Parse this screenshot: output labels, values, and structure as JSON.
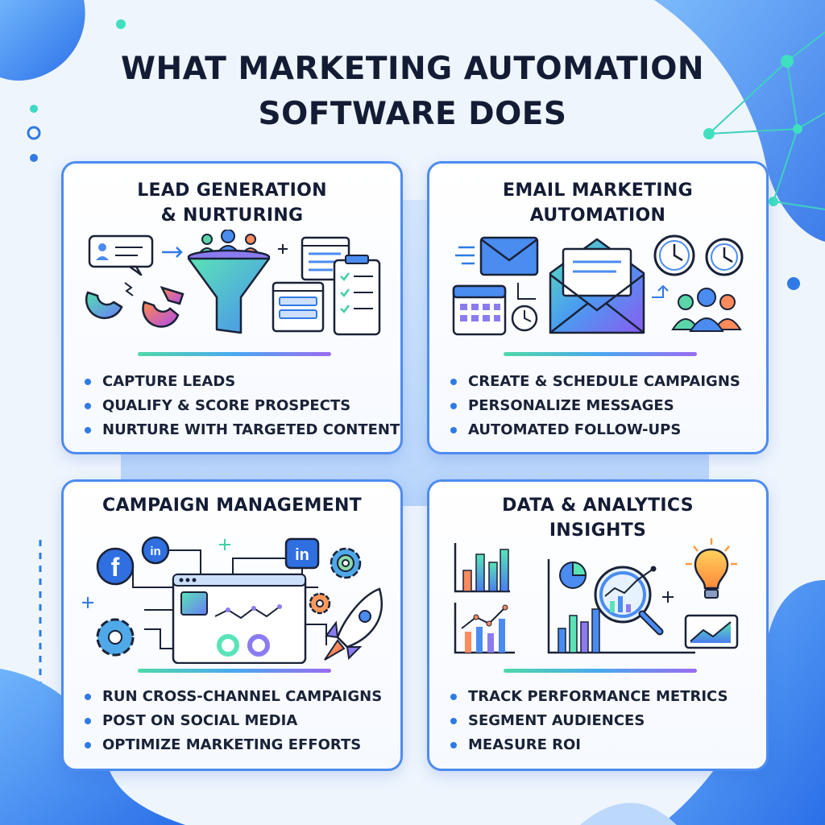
{
  "title_line1": "WHAT MARKETING AUTOMATION",
  "title_line2": "SOFTWARE DOES",
  "cards": [
    {
      "title_lines": [
        "LEAD GENERATION",
        "& NURTURING"
      ],
      "bullets": [
        "CAPTURE LEADS",
        "QUALIFY & SCORE PROSPECTS",
        "NURTURE WITH TARGETED CONTENT"
      ],
      "icons": [
        "chat-profile-icon",
        "magnet-icon",
        "funnel-icon",
        "form-icon",
        "checklist-icon"
      ]
    },
    {
      "title_lines": [
        "EMAIL MARKETING",
        "AUTOMATION"
      ],
      "bullets": [
        "CREATE & SCHEDULE CAMPAIGNS",
        "PERSONALIZE MESSAGES",
        "AUTOMATED FOLLOW-UPS"
      ],
      "icons": [
        "envelope-icon",
        "calendar-icon",
        "clock-icon",
        "open-envelope-icon",
        "audience-icon"
      ]
    },
    {
      "title_lines": [
        "CAMPAIGN MANAGEMENT"
      ],
      "bullets": [
        "RUN CROSS-CHANNEL CAMPAIGNS",
        "POST ON SOCIAL MEDIA",
        "OPTIMIZE MARKETING EFFORTS"
      ],
      "icons": [
        "facebook-icon",
        "linkedin-icon",
        "dashboard-icon",
        "gear-icon",
        "rocket-icon"
      ]
    },
    {
      "title_lines": [
        "DATA & ANALYTICS",
        "INSIGHTS"
      ],
      "bullets": [
        "TRACK PERFORMANCE METRICS",
        "SEGMENT AUDIENCES",
        "MEASURE ROI"
      ],
      "icons": [
        "bar-chart-icon",
        "line-chart-icon",
        "magnifier-icon",
        "lightbulb-icon",
        "trend-card-icon"
      ]
    }
  ],
  "social_labels": {
    "facebook": "f",
    "linkedin": "in"
  },
  "colors": {
    "title": "#141c35",
    "card_border": "#4d8cf0",
    "bullet_dot": "#2f7ae5",
    "accent_green": "#4fd9a8",
    "accent_purple": "#9a6cf0",
    "accent_blue": "#2f7ae5",
    "background": "#eef5fd"
  }
}
